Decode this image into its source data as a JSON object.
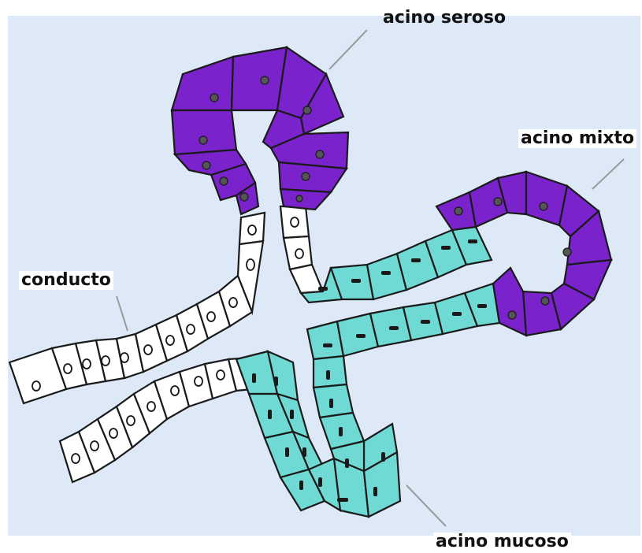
{
  "labels": {
    "serous_acinus": "acino seroso",
    "mixed_acinus": "acino mixto",
    "duct": "conducto",
    "mucous_acinus": "acino mucoso"
  },
  "colors": {
    "background": "#dde9f7",
    "serous_cells": "#7a22cc",
    "mucous_cells": "#6fd9d4",
    "duct_cells": "#ffffff",
    "outline": "#1a1a1a",
    "leader_line": "#9a9a9a"
  }
}
